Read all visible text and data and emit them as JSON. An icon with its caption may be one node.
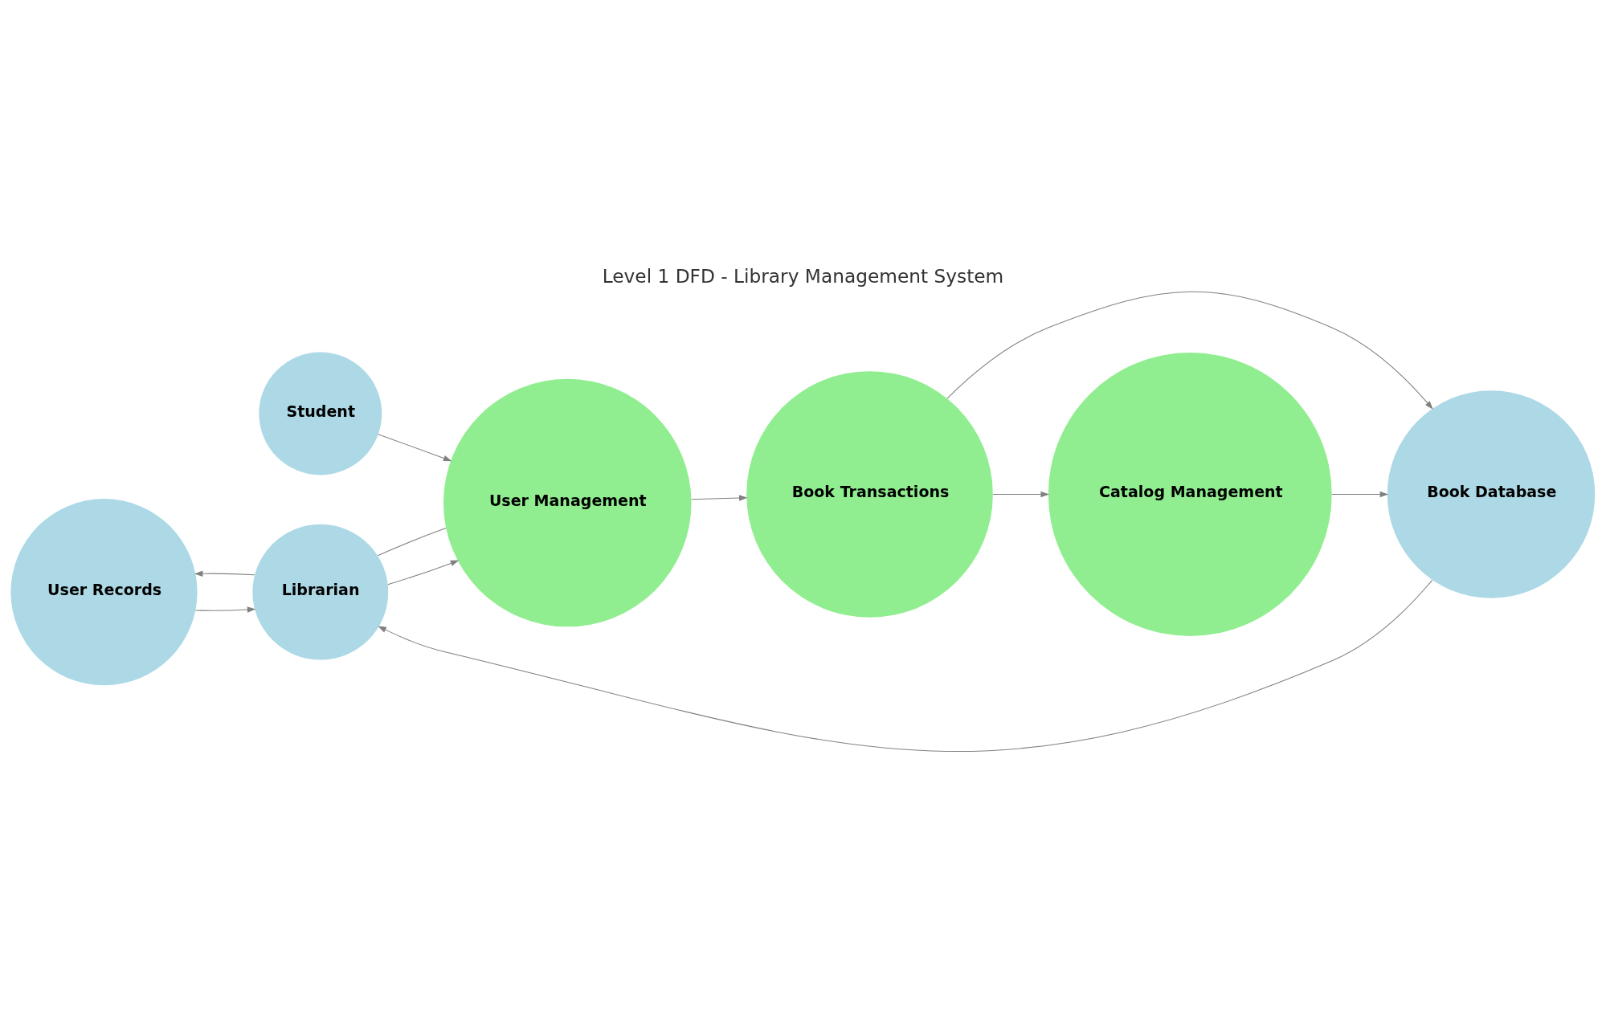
{
  "diagram": {
    "title": "Level 1 DFD - Library Management System",
    "nodes": [
      {
        "text": [
          "User Records"
        ]
      },
      {
        "text": [
          "Student"
        ]
      },
      {
        "text": [
          "Librarian"
        ]
      },
      {
        "text": [
          "Book Database"
        ]
      },
      {
        "text": [
          "User Management"
        ]
      },
      {
        "text": [
          "Catalog Management"
        ]
      },
      {
        "text": [
          "Book Transactions"
        ]
      }
    ],
    "edges": [
      {
        "from": 0,
        "to": 2,
        "arrow": "to"
      },
      {
        "from": 2,
        "to": 0,
        "arrow": "to"
      },
      {
        "from": 2,
        "to": 4,
        "arrow": "to"
      },
      {
        "from": 4,
        "to": 2,
        "arrow": "none"
      },
      {
        "from": 1,
        "to": 4,
        "arrow": "to"
      },
      {
        "from": 3,
        "to": 2,
        "arrow": "to"
      },
      {
        "from": 4,
        "to": 6,
        "arrow": "to"
      },
      {
        "from": 6,
        "to": 3,
        "arrow": "to"
      },
      {
        "from": 6,
        "to": 5,
        "arrow": "to"
      },
      {
        "from": 5,
        "to": 3,
        "arrow": "to"
      }
    ]
  }
}
